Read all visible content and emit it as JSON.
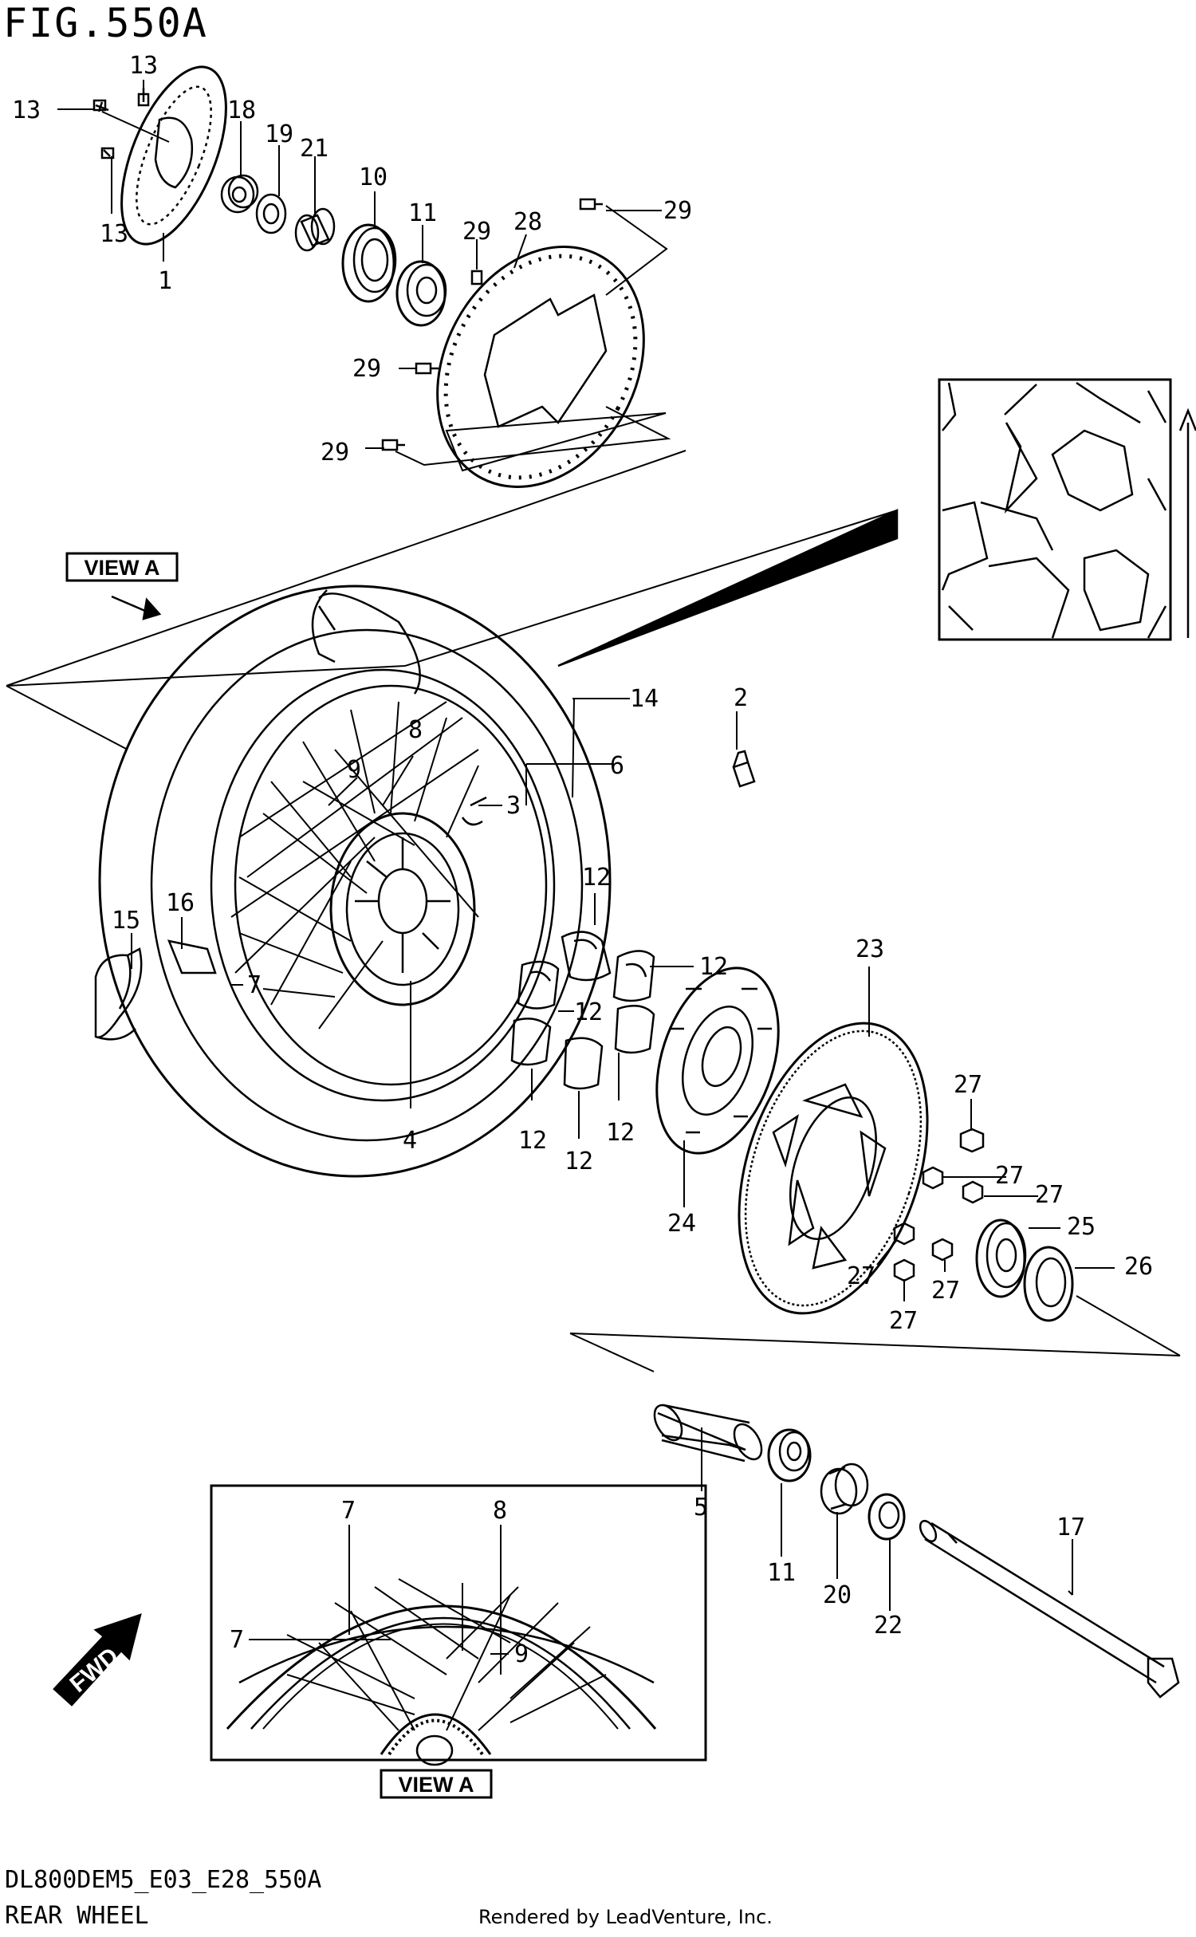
{
  "figure": {
    "title": "FIG.550A",
    "model_code": "DL800DEM5_E03_E28_550A",
    "name": "REAR WHEEL",
    "rendered_by": "Rendered by LeadVenture, Inc."
  },
  "view_labels": {
    "top": "VIEW A",
    "bottom": "VIEW A"
  },
  "fwd_label": "FWD",
  "callouts": {
    "c13a": "13",
    "c13b": "13",
    "c13c": "13",
    "c1": "1",
    "c18": "18",
    "c19": "19",
    "c21": "21",
    "c10": "10",
    "c11a": "11",
    "c29a": "29",
    "c28": "28",
    "c29b": "29",
    "c29c": "29",
    "c29d": "29",
    "c14": "14",
    "c2": "2",
    "c6": "6",
    "c8a": "8",
    "c9a": "9",
    "c3": "3",
    "c16": "16",
    "c15": "15",
    "c7a": "7",
    "c4": "4",
    "c12a": "12",
    "c12b": "12",
    "c12c": "12",
    "c12d": "12",
    "c12e": "12",
    "c12f": "12",
    "c23": "23",
    "c27a": "27",
    "c27b": "27",
    "c27c": "27",
    "c25": "25",
    "c26": "26",
    "c27d": "27",
    "c27e": "27",
    "c27f": "27",
    "c24": "24",
    "c5": "5",
    "c11b": "11",
    "c20": "20",
    "c22": "22",
    "c17": "17",
    "c7b": "7",
    "c8b": "8",
    "c7c": "7",
    "c9b": "9"
  }
}
